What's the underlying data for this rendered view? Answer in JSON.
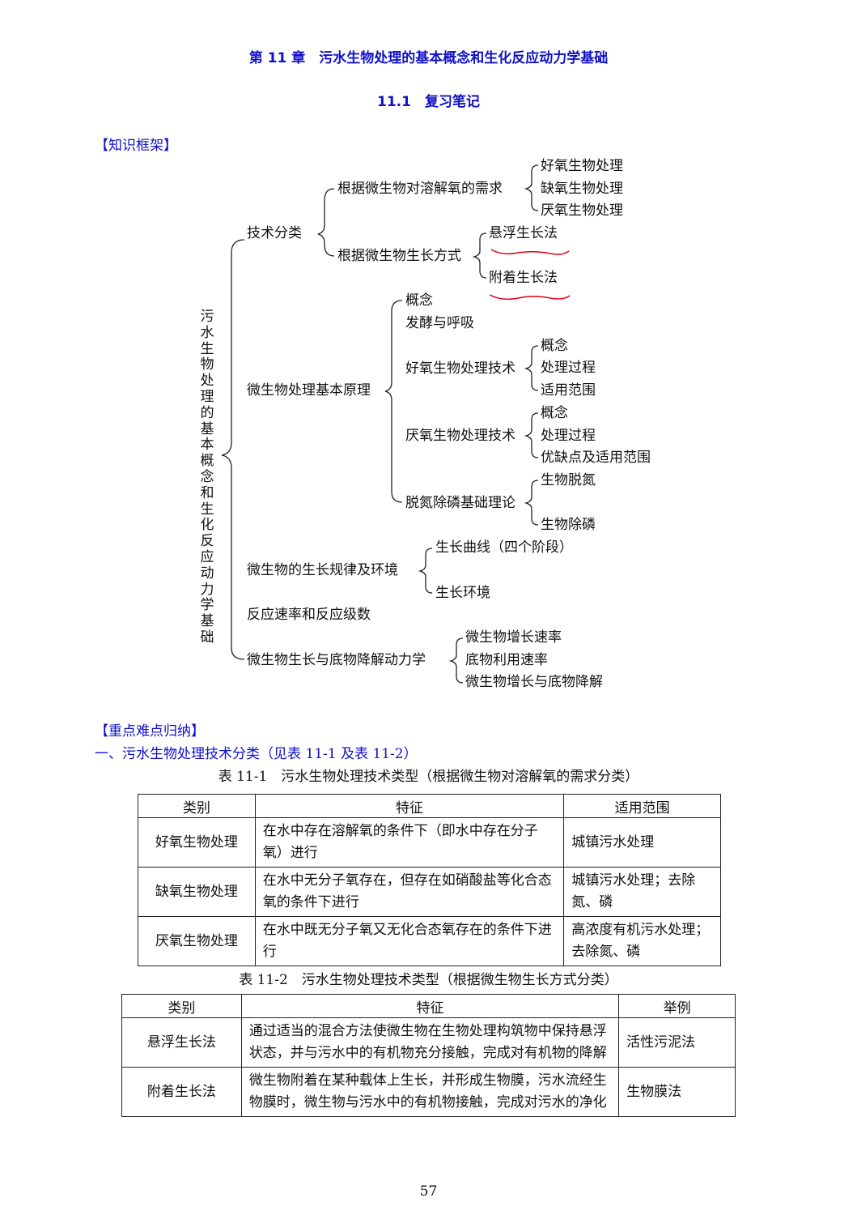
{
  "chapter_title": "第 11 章　污水生物处理的基本概念和生化反应动力学基础",
  "section_title": "11.1　复习笔记",
  "framework_label": "【知识框架】",
  "tree": {
    "root": [
      "污",
      "水",
      "生",
      "物",
      "处",
      "理",
      "的",
      "基",
      "本",
      "概",
      "念",
      "和",
      "生",
      "化",
      "反",
      "应",
      "动",
      "力",
      "学",
      "基",
      "础"
    ],
    "tech_class": "技术分类",
    "by_oxygen": "根据微生物对溶解氧的需求",
    "aerobic": "好氧生物处理",
    "anoxic": "缺氧生物处理",
    "anaerobic": "厌氧生物处理",
    "by_growth": "根据微生物生长方式",
    "suspended": "悬浮生长法",
    "attached": "附着生长法",
    "principles": "微生物处理基本原理",
    "concept": "概念",
    "fermentation": "发酵与呼吸",
    "aerobic_tech": "好氧生物处理技术",
    "aer_concept": "概念",
    "aer_process": "处理过程",
    "aer_scope": "适用范围",
    "anaerobic_tech": "厌氧生物处理技术",
    "ana_concept": "概念",
    "ana_process": "处理过程",
    "ana_scope": "优缺点及适用范围",
    "nutrient_removal": "脱氮除磷基础理论",
    "denitrification": "生物脱氮",
    "p_removal": "生物除磷",
    "growth_rules": "微生物的生长规律及环境",
    "growth_curve": "生长曲线（四个阶段）",
    "growth_env": "生长环境",
    "reaction_rate": "反应速率和反应级数",
    "kinetics": "微生物生长与底物降解动力学",
    "growth_rate": "微生物增长速率",
    "substrate_rate": "底物利用速率",
    "growth_and_degradation": "微生物增长与底物降解"
  },
  "keypoints_label": "【重点难点归纳】",
  "section_one": "一、污水生物处理技术分类（见表 11-1 及表 11-2）",
  "table1": {
    "caption": "表 11-1　污水生物处理技术类型（根据微生物对溶解氧的需求分类）",
    "headers": [
      "类别",
      "特征",
      "适用范围"
    ],
    "rows": [
      {
        "type": "好氧生物处理",
        "feature": "在水中存在溶解氧的条件下（即水中存在分子氧）进行",
        "scope": "城镇污水处理"
      },
      {
        "type": "缺氧生物处理",
        "feature": "在水中无分子氧存在，但存在如硝酸盐等化合态氧的条件下进行",
        "scope": "城镇污水处理；去除氮、磷"
      },
      {
        "type": "厌氧生物处理",
        "feature": "在水中既无分子氧又无化合态氧存在的条件下进行",
        "scope": "高浓度有机污水处理；去除氮、磷"
      }
    ]
  },
  "table2": {
    "caption": "表 11-2　污水生物处理技术类型（根据微生物生长方式分类）",
    "headers": [
      "类别",
      "特征",
      "举例"
    ],
    "rows": [
      {
        "type": "悬浮生长法",
        "feature": "通过适当的混合方法使微生物在生物处理构筑物中保持悬浮状态，并与污水中的有机物充分接触，完成对有机物的降解",
        "example": "活性污泥法"
      },
      {
        "type": "附着生长法",
        "feature": "微生物附着在某种载体上生长，并形成生物膜，污水流经生物膜时，微生物与污水中的有机物接触，完成对污水的净化",
        "example": "生物膜法"
      }
    ]
  },
  "page_number": "57"
}
